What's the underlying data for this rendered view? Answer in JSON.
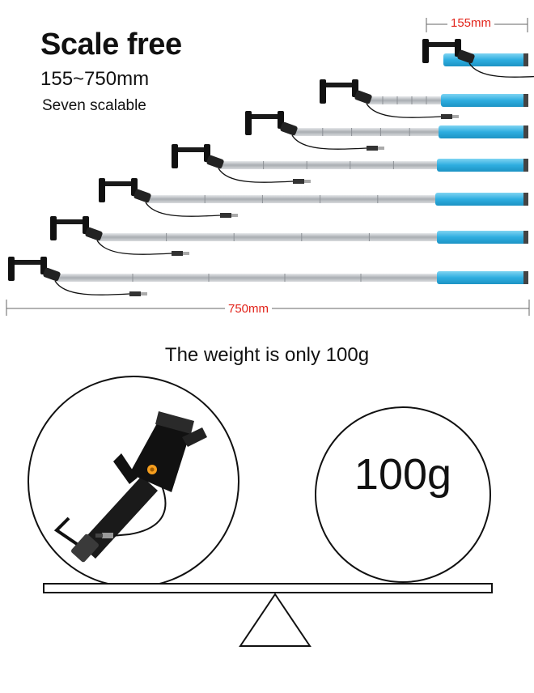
{
  "header": {
    "title": "Scale free",
    "range": "155~750mm",
    "subtitle": "Seven scalable"
  },
  "dimensions": {
    "min_label": "155mm",
    "max_label": "750mm"
  },
  "weight": {
    "caption": "The weight is only 100g",
    "value": "100g"
  },
  "colors": {
    "handle": "#35b6e6",
    "tube": "#b9bcc0",
    "dimension_text": "#e2231a",
    "outline": "#111111"
  }
}
